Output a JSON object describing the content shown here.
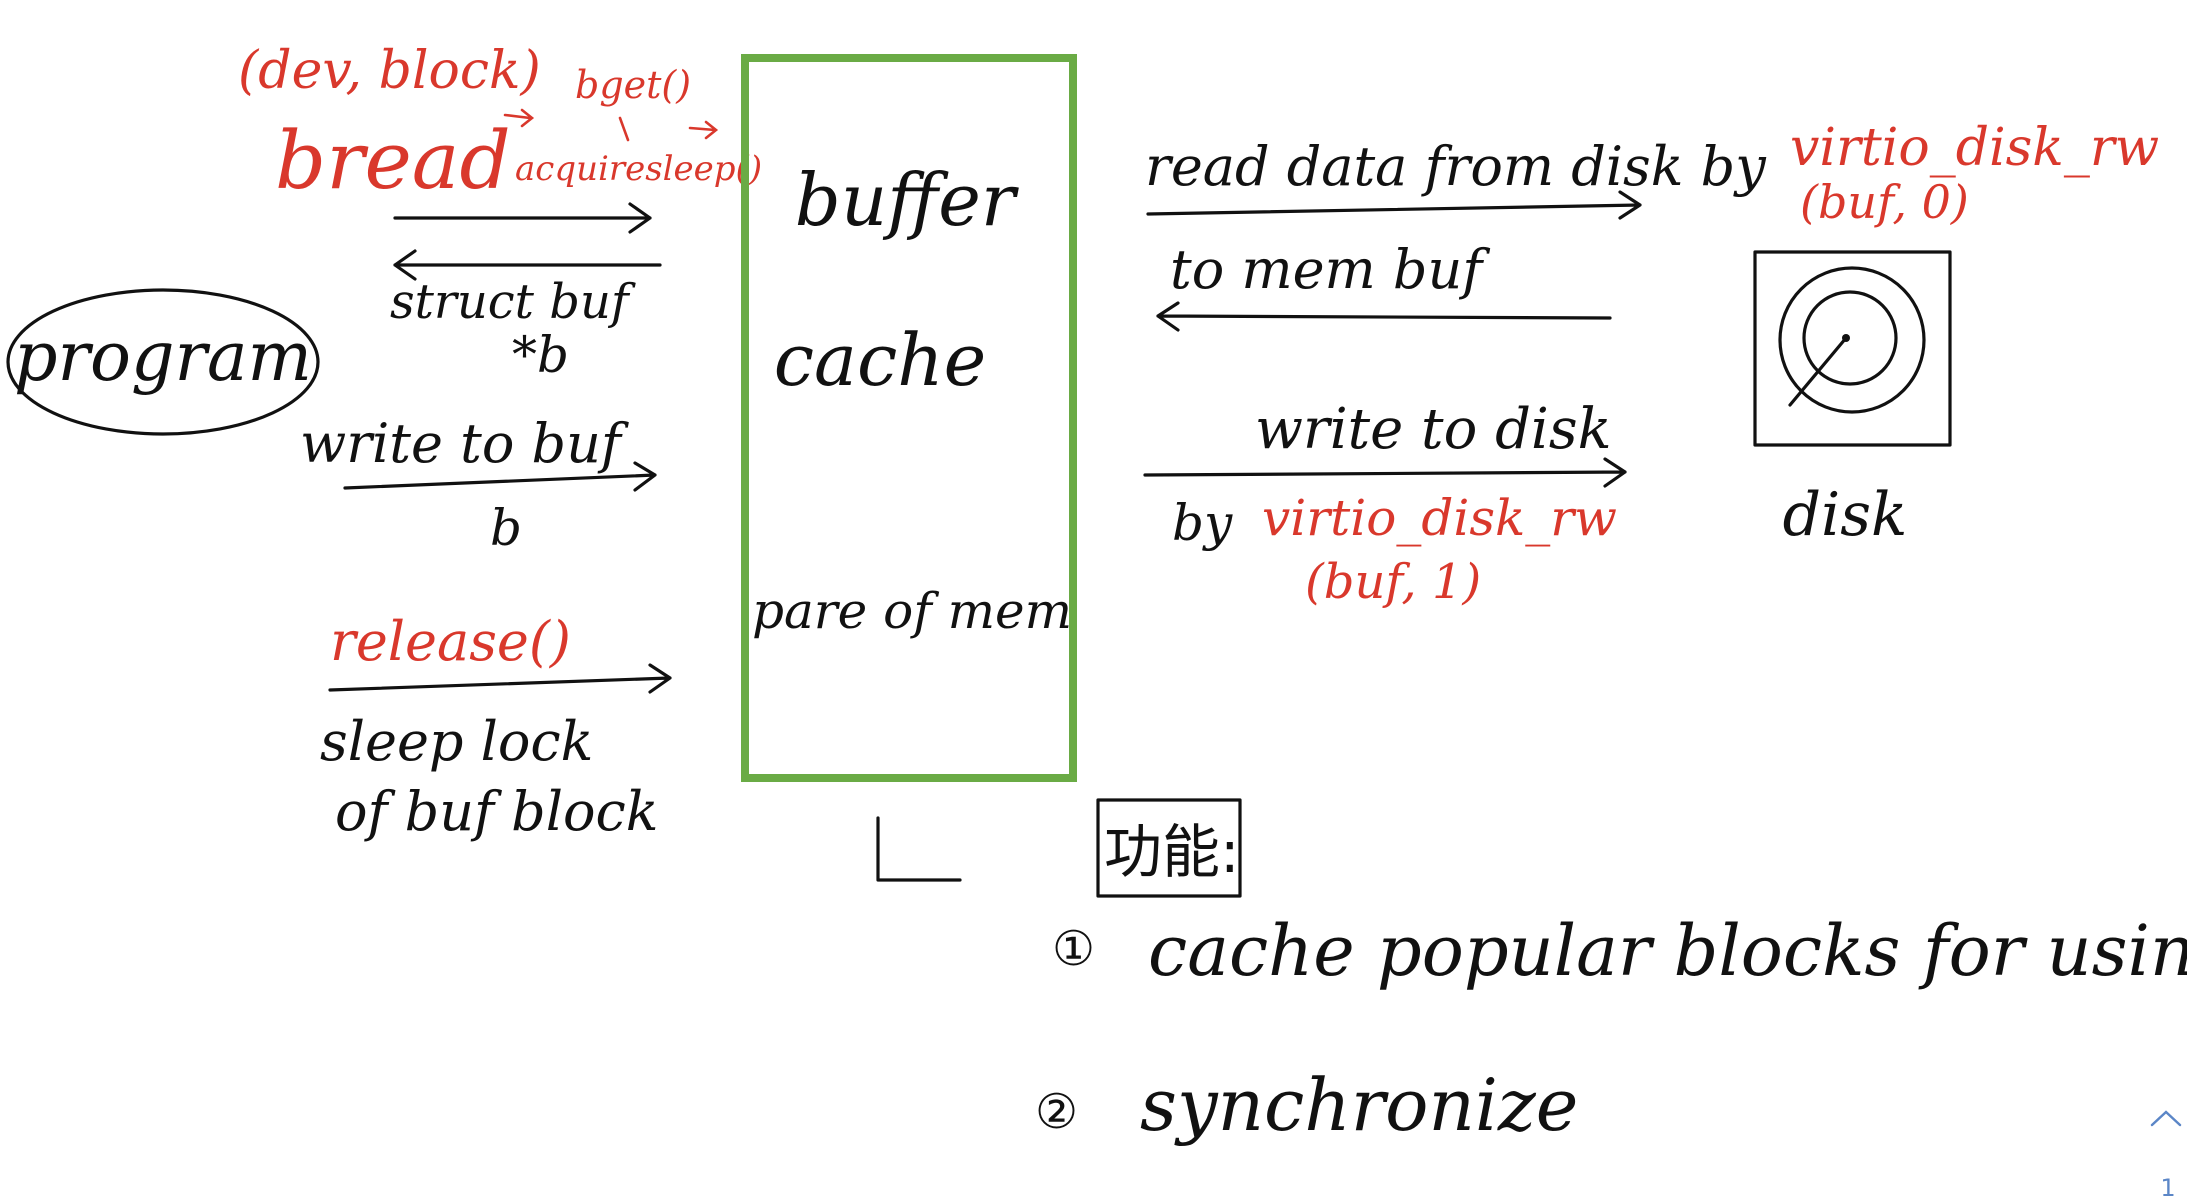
{
  "program": {
    "label": "program"
  },
  "bread": {
    "args": "(dev, block)",
    "name": "bread",
    "bget": "bget()",
    "acquire": "acquiresleep()"
  },
  "struct_buf": {
    "line1": "struct buf",
    "line2": "*b"
  },
  "write_buf": {
    "label": "write to buf",
    "var": "b"
  },
  "release": {
    "name": "release()",
    "line1": "sleep lock",
    "line2": "of buf block"
  },
  "buffer_cache": {
    "line1": "buffer",
    "line2": "cache",
    "line3": "pare of mem"
  },
  "read_disk": {
    "label": "read data from disk by",
    "func": "virtio_disk_rw",
    "args": "(buf, 0)",
    "return": "to mem buf"
  },
  "write_disk": {
    "label": "write to disk",
    "by": "by",
    "func": "virtio_disk_rw",
    "args": "(buf, 1)"
  },
  "disk": {
    "label": "disk"
  },
  "purpose": {
    "heading": "功能:",
    "item1_marker": "①",
    "item1": "cache popular blocks for using",
    "item2_marker": "②",
    "item2": "synchronize"
  },
  "page": {
    "number": "1"
  },
  "colors": {
    "ink": "#111111",
    "annotation": "#d9382c",
    "box": "#6aab45",
    "nav": "#5b86c7"
  }
}
